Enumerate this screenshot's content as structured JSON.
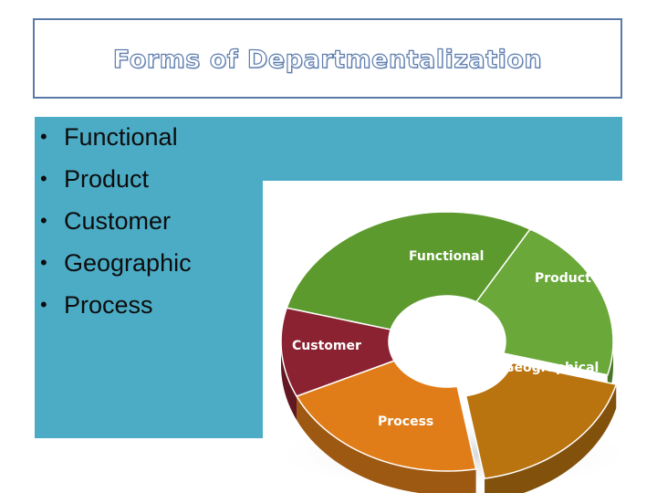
{
  "slide": {
    "title": "Forms of Departmentalization",
    "bullet_char": "•",
    "bullets": [
      "Functional",
      "Product",
      "Customer",
      "Geographic",
      "Process"
    ]
  },
  "diagram": {
    "segments": [
      {
        "label": "Functional",
        "color": "#5c9a2e"
      },
      {
        "label": "Product",
        "color": "#6aa83a"
      },
      {
        "label": "Geographical",
        "color": "#b9740f"
      },
      {
        "label": "Process",
        "color": "#e07d18"
      },
      {
        "label": "Customer",
        "color": "#8b2231"
      }
    ]
  },
  "colors": {
    "panel_background": "#4cacc6",
    "title_outline": "#5b7cae",
    "title_border": "#5a7aa8"
  }
}
